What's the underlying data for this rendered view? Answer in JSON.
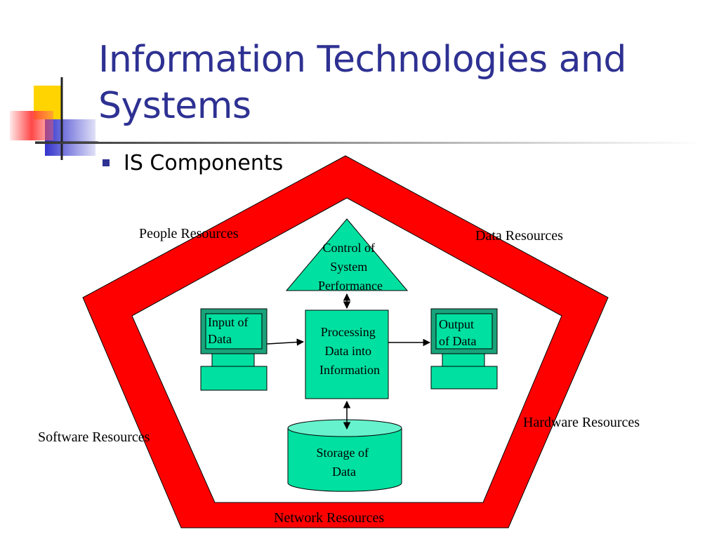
{
  "slide": {
    "title": "Information Technologies and Systems",
    "bullet": "IS Components"
  },
  "diagram": {
    "resources": {
      "people": "People Resources",
      "data": "Data Resources",
      "software": "Software Resources",
      "hardware": "Hardware Resources",
      "network": "Network Resources"
    },
    "control": [
      "Control of",
      "System",
      "Performance"
    ],
    "input": [
      "Input of",
      "Data"
    ],
    "processing": [
      "Processing",
      "Data into",
      "Information"
    ],
    "output": [
      "Output",
      "of Data"
    ],
    "storage": [
      "Storage of",
      "Data"
    ]
  },
  "colors": {
    "title": "#2e3192",
    "pentagon": "#ff0000",
    "component_fill": "#00e0a0",
    "storage_top": "#66f2cc",
    "logo_yellow": "#ffd400",
    "logo_blue": "#3333cc",
    "logo_red": "#ff3333"
  }
}
